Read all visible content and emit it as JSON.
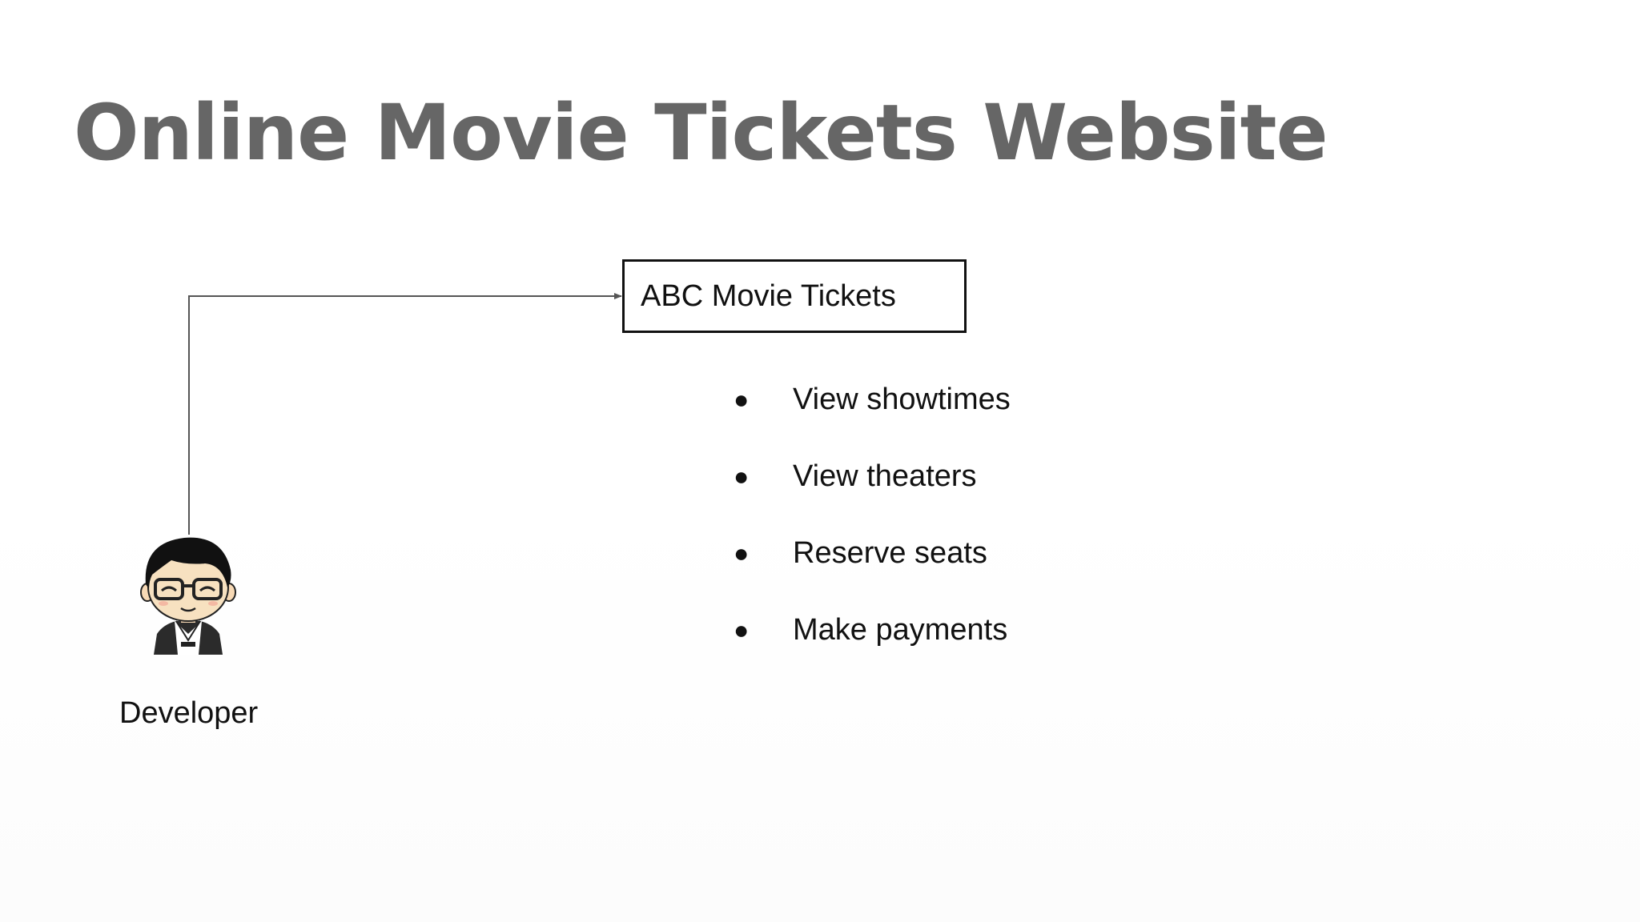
{
  "slide": {
    "title": "Online Movie Tickets Website"
  },
  "diagram": {
    "system": {
      "label": "ABC Movie Tickets"
    },
    "actor": {
      "label": "Developer",
      "icon": "developer-avatar-icon"
    },
    "connector": {
      "from": "Developer",
      "to": "ABC Movie Tickets",
      "style": "elbow-arrow"
    },
    "features": [
      {
        "bullet": "●",
        "text": "View showtimes"
      },
      {
        "bullet": "●",
        "text": "View theaters"
      },
      {
        "bullet": "●",
        "text": "Reserve seats"
      },
      {
        "bullet": "●",
        "text": "Make payments"
      }
    ]
  },
  "colors": {
    "title": "#666666",
    "text": "#111111",
    "connector": "#555555",
    "box_border": "#111111"
  }
}
